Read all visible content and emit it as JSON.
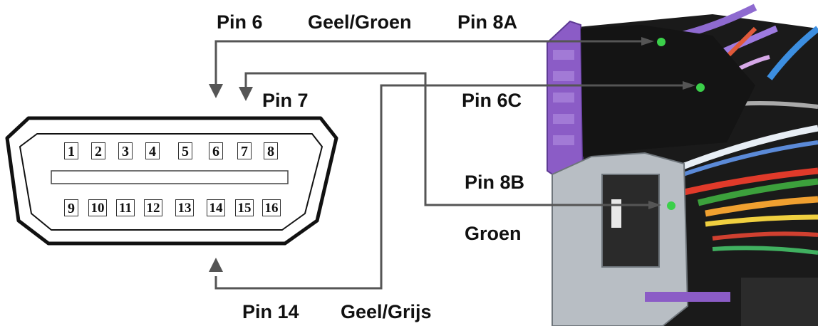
{
  "labels": {
    "pin6": "Pin 6",
    "geel_groen": "Geel/Groen",
    "pin8a": "Pin 8A",
    "pin7": "Pin 7",
    "pin6c": "Pin 6C",
    "pin8b": "Pin 8B",
    "groen": "Groen",
    "pin14": "Pin 14",
    "geel_grijs": "Geel/Grijs"
  },
  "obd_pins": {
    "top": [
      "1",
      "2",
      "3",
      "4",
      "5",
      "6",
      "7",
      "8"
    ],
    "bottom": [
      "9",
      "10",
      "11",
      "12",
      "13",
      "14",
      "15",
      "16"
    ]
  },
  "colors": {
    "wire": "#555555",
    "connector_purple": "#8b5cc6",
    "connector_grey": "#b8bec4",
    "connector_dark": "#1a1a1a"
  }
}
